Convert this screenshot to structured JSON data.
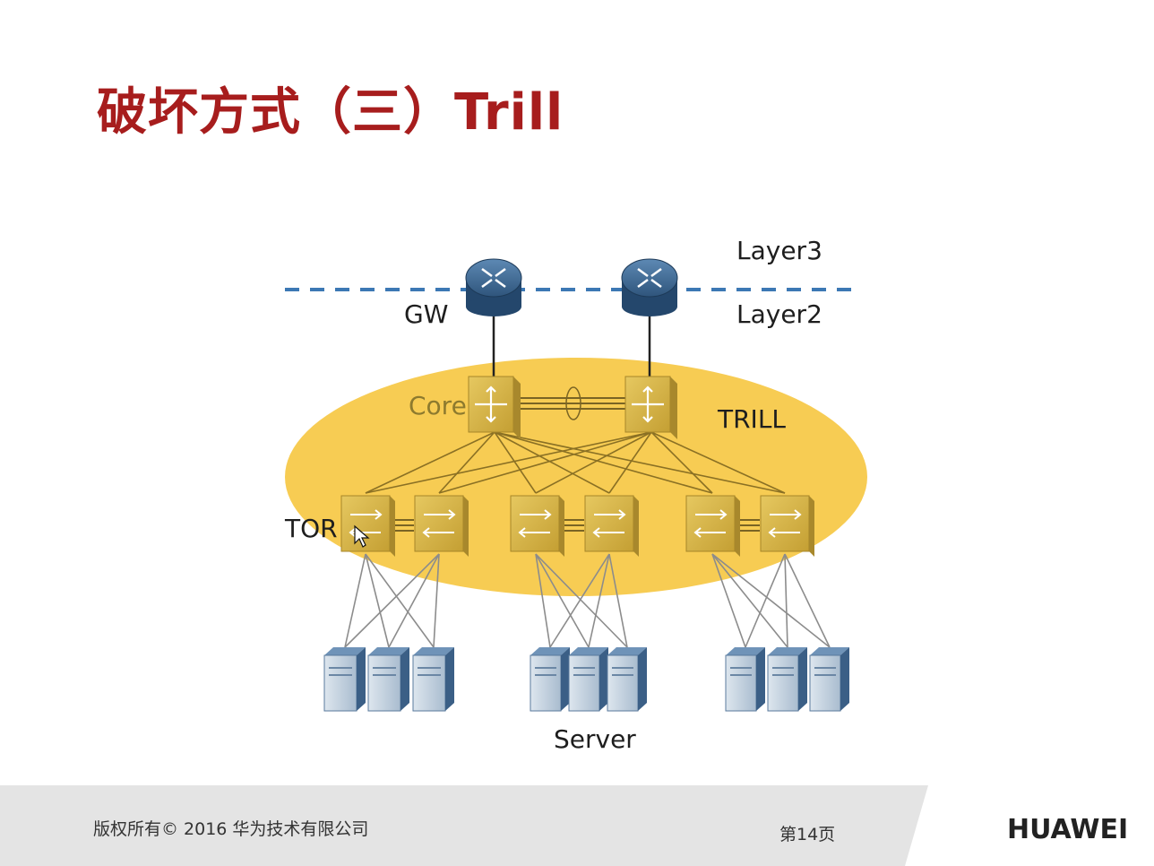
{
  "slide": {
    "title": "破坏方式（三）Trill",
    "labels": {
      "layer3": "Layer3",
      "layer2": "Layer2",
      "gw": "GW",
      "core": "Core",
      "trill": "TRILL",
      "tor": "TOR",
      "server": "Server"
    }
  },
  "footer": {
    "copyright": "版权所有© 2016 华为技术有限公司",
    "page": "第14页",
    "brand": "HUAWEI"
  },
  "colors": {
    "title": "#a71d1d",
    "trill_zone": "#f6c844",
    "dashed_line": "#3c78b4",
    "router": "#3f6a94",
    "switch": "#d6b445"
  }
}
